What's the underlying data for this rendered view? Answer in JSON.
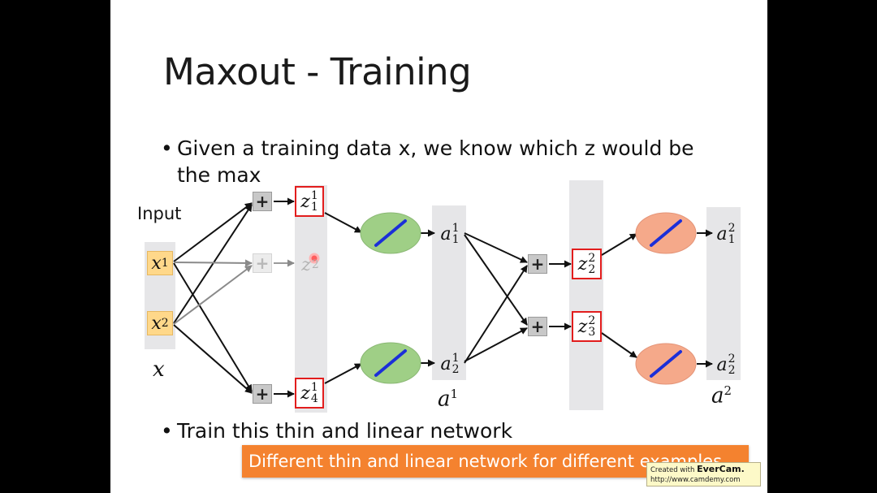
{
  "slide": {
    "title": "Maxout - Training",
    "bullet_1_line_1": "Given a training data x, we know which z would be",
    "bullet_1_line_2": "the max",
    "bullet_2": "Train this thin and linear network",
    "bullet_symbol": "•"
  },
  "network": {
    "input_label": "Input",
    "x_label": "x",
    "a1_label": "a",
    "a1_sup": "1",
    "a2_label": "a",
    "a2_sup": "2",
    "plus_symbol": "+",
    "inputs": [
      {
        "base": "x",
        "sub": "1"
      },
      {
        "base": "x",
        "sub": "2"
      }
    ],
    "layer1_z": [
      {
        "base": "z",
        "sup": "1",
        "sub": "1",
        "selected": true
      },
      {
        "base": "z",
        "sup": "",
        "sub": "2",
        "selected": false
      },
      {
        "base": "z",
        "sup": "1",
        "sub": "4",
        "selected": true
      }
    ],
    "layer1_a": [
      {
        "base": "a",
        "sup": "1",
        "sub": "1"
      },
      {
        "base": "a",
        "sup": "1",
        "sub": "2"
      }
    ],
    "layer2_z": [
      {
        "base": "z",
        "sup": "2",
        "sub": "2",
        "selected": true
      },
      {
        "base": "z",
        "sup": "2",
        "sub": "3",
        "selected": true
      }
    ],
    "layer2_a": [
      {
        "base": "a",
        "sup": "2",
        "sub": "1"
      },
      {
        "base": "a",
        "sup": "2",
        "sub": "2"
      }
    ],
    "colors": {
      "selected_border": "#e21d1d",
      "layer1_neuron": "#9fcf86",
      "layer2_neuron": "#f5a98a",
      "linear_line": "#1b2fd8",
      "input_fill": "#ffd88a"
    }
  },
  "banner": {
    "text": "Different thin and linear network for different examples"
  },
  "watermark": {
    "line1_prefix": "Created with ",
    "line1_brand": "EverCam.",
    "line2": "http://www.camdemy.com"
  }
}
